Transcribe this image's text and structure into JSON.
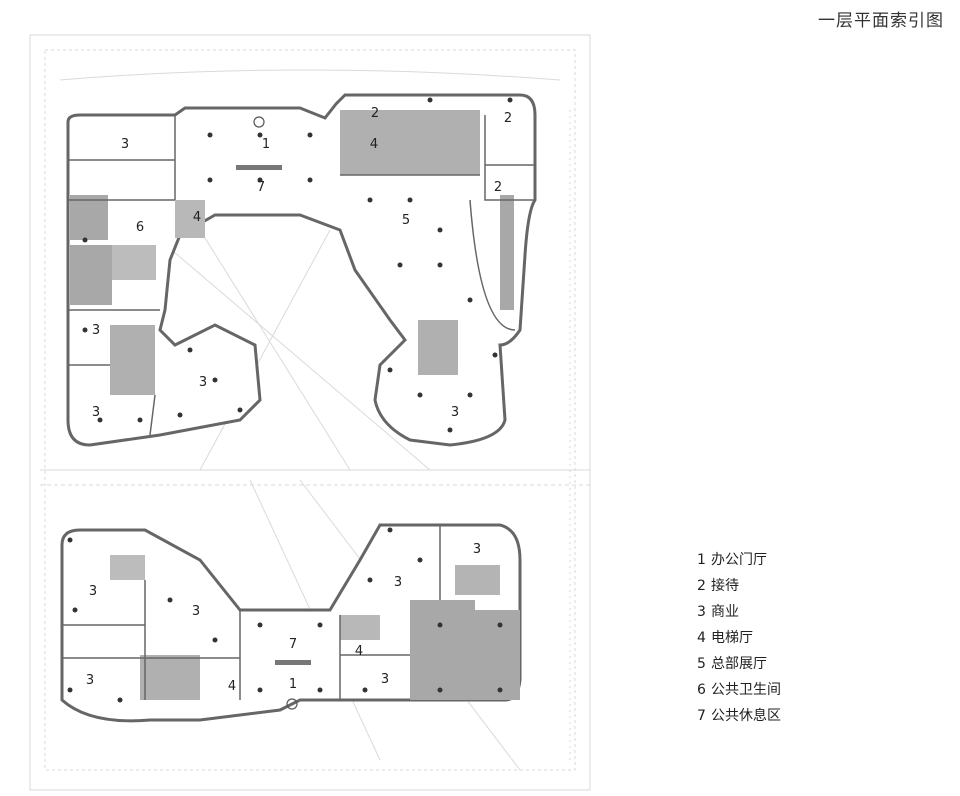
{
  "title": "一层平面索引图",
  "legend": [
    {
      "num": "1",
      "label": "办公门厅"
    },
    {
      "num": "2",
      "label": "接待"
    },
    {
      "num": "3",
      "label": "商业"
    },
    {
      "num": "4",
      "label": "电梯厅"
    },
    {
      "num": "5",
      "label": "总部展厅"
    },
    {
      "num": "6",
      "label": "公共卫生间"
    },
    {
      "num": "7",
      "label": "公共休息区"
    }
  ],
  "room_numbers": {
    "r1": "3",
    "r2": "1",
    "r3": "2",
    "r4": "2",
    "r5": "4",
    "r6": "7",
    "r7": "2",
    "r8": "4",
    "r9": "6",
    "r10": "5",
    "r11": "3",
    "r12": "3",
    "r13": "3",
    "r14": "3",
    "r15": "3",
    "r16": "3",
    "r17": "3",
    "r18": "3",
    "r19": "7",
    "r20": "4",
    "r21": "3",
    "r22": "4",
    "r23": "1",
    "r24": "3"
  },
  "colors": {
    "core_gray": "#a8a8a8",
    "wall": "#555555",
    "site_line": "#d4d4d4"
  }
}
